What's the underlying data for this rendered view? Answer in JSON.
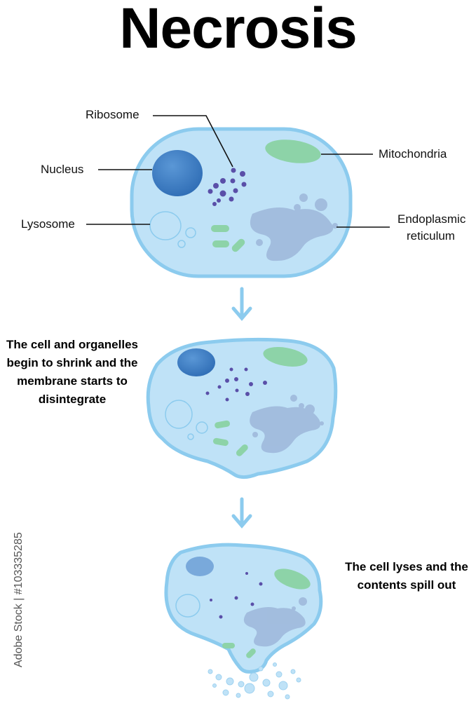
{
  "title": "Necrosis",
  "labels": {
    "ribosome": "Ribosome",
    "nucleus": "Nucleus",
    "mitochondria": "Mitochondria",
    "lysosome": "Lysosome",
    "er_line1": "Endoplasmic",
    "er_line2": "reticulum"
  },
  "captions": {
    "stage2": [
      "The cell and organelles",
      "begin to shrink and the",
      "membrane starts to",
      "disintegrate"
    ],
    "stage3": [
      "The cell lyses and the",
      "contents spill out"
    ]
  },
  "watermark": "Adobe Stock | #103335285",
  "colors": {
    "cytoplasm": "#bfe2f7",
    "membrane": "#8ccbee",
    "nucleus": "#3a7cc4",
    "mitochondria": "#8dd3a8",
    "ribosome": "#5a4fa8",
    "er": "#9fb9dc",
    "arrow": "#8ccbee"
  }
}
